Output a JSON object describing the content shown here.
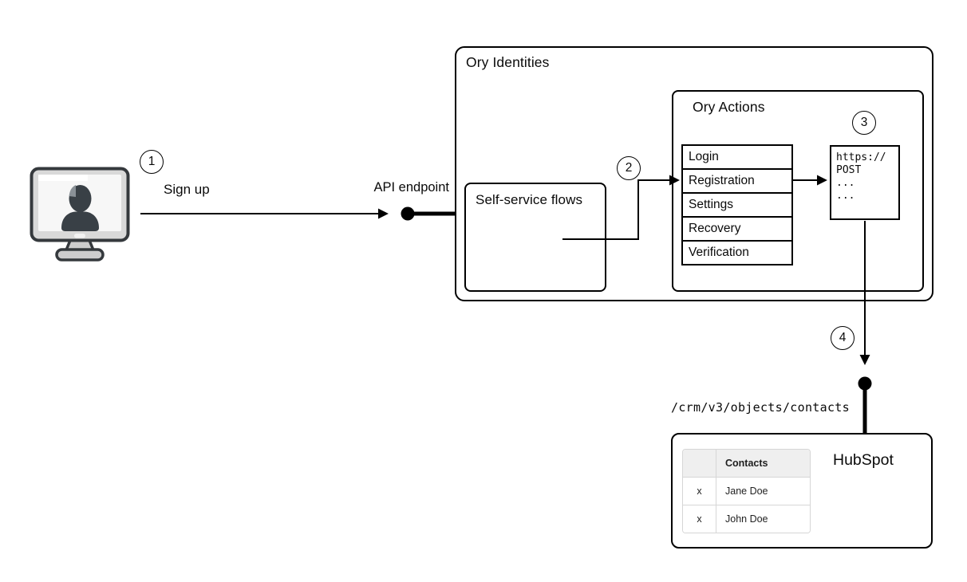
{
  "steps": [
    {
      "number": "1",
      "label": "Sign up"
    },
    {
      "number": "2"
    },
    {
      "number": "3"
    },
    {
      "number": "4"
    }
  ],
  "api_endpoint_label": "API endpoint",
  "ory_identities": {
    "title": "Ory Identities",
    "self_service_flows": {
      "title": "Self-service flows"
    },
    "ory_actions": {
      "title": "Ory Actions",
      "flows": [
        "Login",
        "Registration",
        "Settings",
        "Recovery",
        "Verification"
      ],
      "webhook_code_lines": [
        "https://",
        "POST",
        "...",
        "..."
      ]
    }
  },
  "hubspot": {
    "title": "HubSpot",
    "endpoint": "/crm/v3/objects/contacts",
    "table": {
      "contacts_header": "Contacts",
      "rows": [
        {
          "check": "x",
          "name": "Jane Doe"
        },
        {
          "check": "x",
          "name": "John Doe"
        }
      ]
    }
  },
  "icons": {
    "client": "monitor-user-icon"
  },
  "colors": {
    "stroke": "#000000",
    "table_border": "#d6d6d6",
    "table_header_bg": "#efefef",
    "monitor_body": "#d9d9d9",
    "monitor_outline": "#35393d",
    "silhouette": "#394046"
  }
}
